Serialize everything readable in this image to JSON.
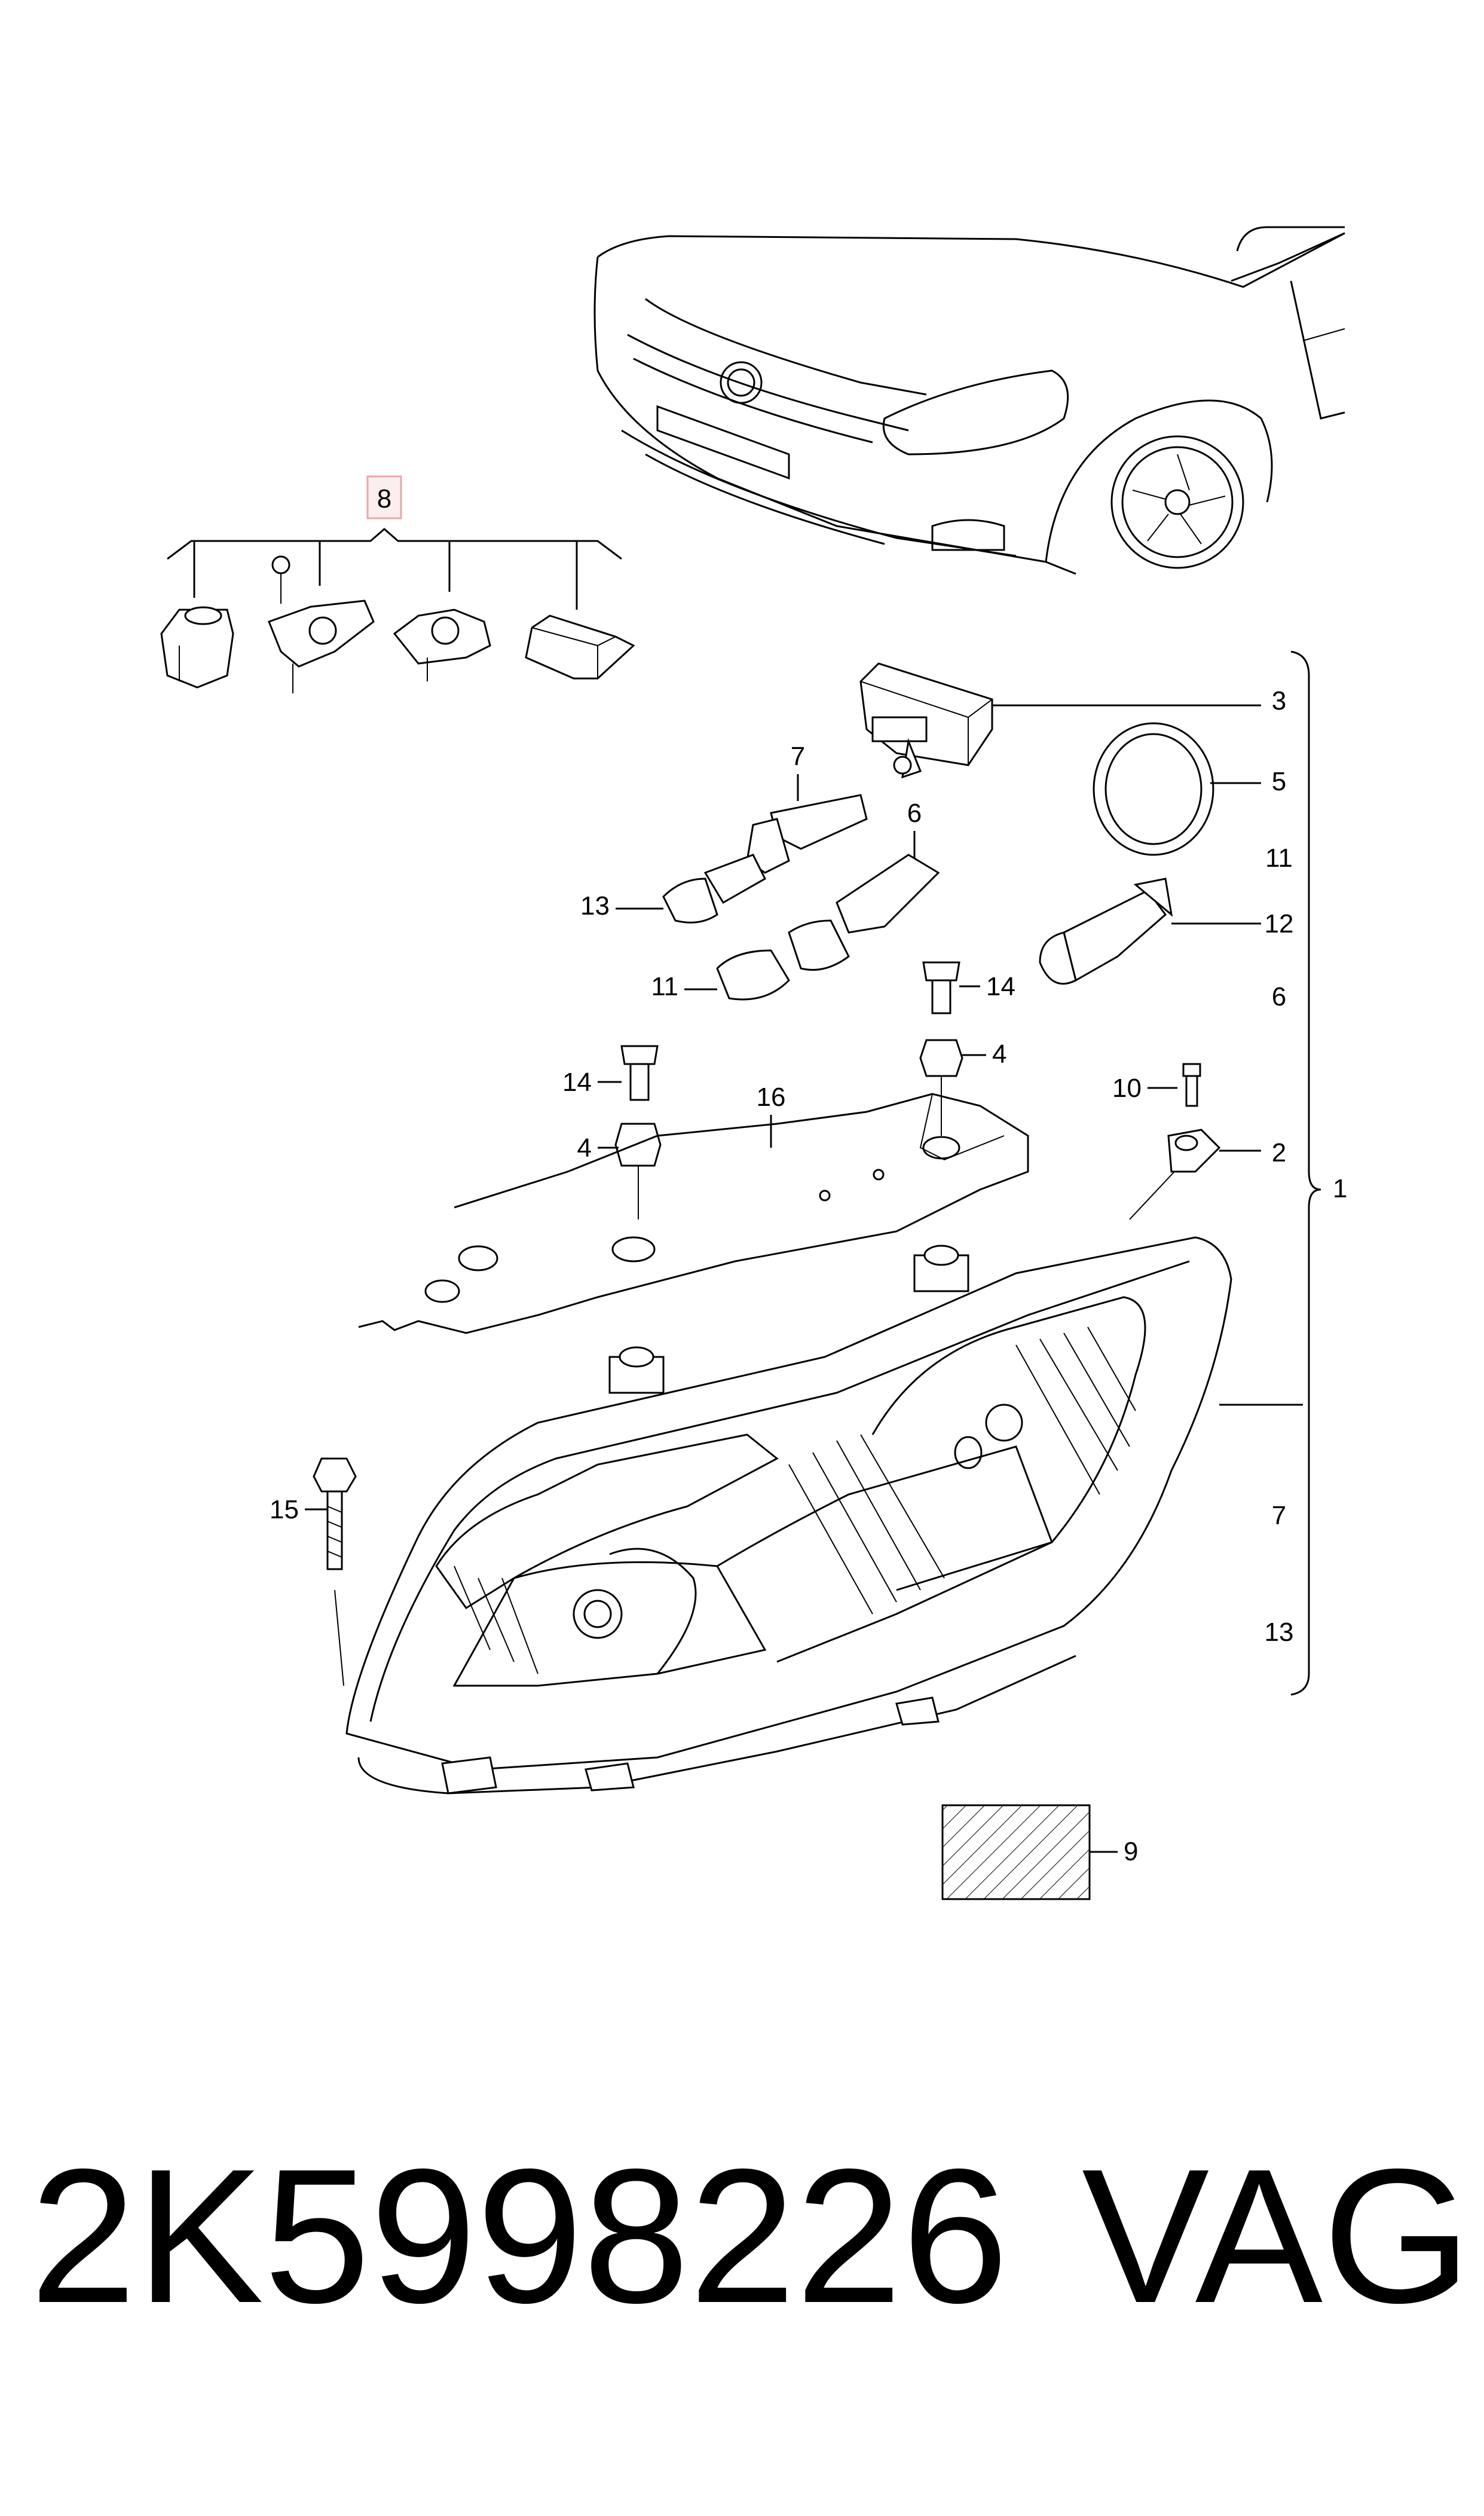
{
  "callouts": {
    "c1": "1",
    "c2": "2",
    "c3": "3",
    "c4a": "4",
    "c4b": "4",
    "c5": "5",
    "c6a": "6",
    "c6b": "6",
    "c7a": "7",
    "c7b": "7",
    "c8": "8",
    "c9": "9",
    "c10": "10",
    "c11a": "11",
    "c11b": "11",
    "c12": "12",
    "c13a": "13",
    "c13b": "13",
    "c14a": "14",
    "c14b": "14",
    "c15": "15",
    "c16": "16"
  },
  "footer": {
    "part_number": "2K5998226",
    "brand": "VAG"
  },
  "colors": {
    "line": "#000000",
    "highlight_box": "#e8a7a7",
    "background": "#ffffff"
  }
}
